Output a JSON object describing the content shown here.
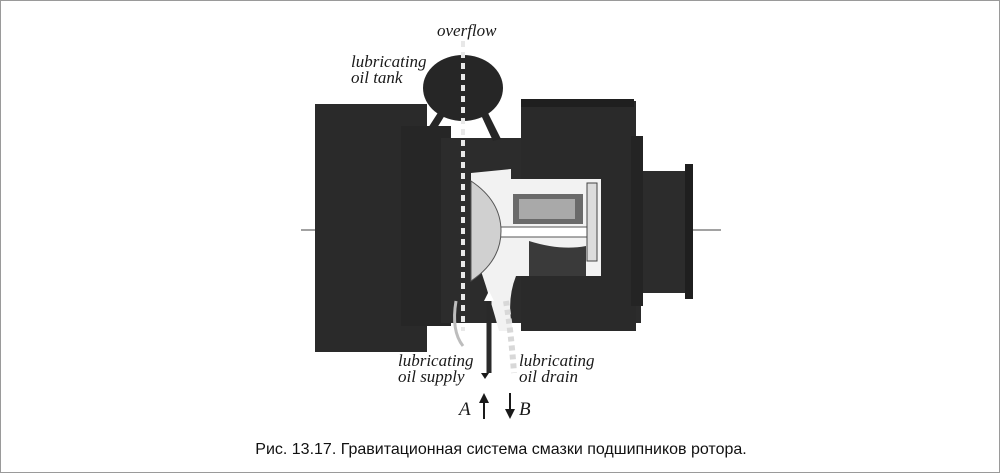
{
  "diagram": {
    "labels": {
      "overflow": "overflow",
      "tank_line1": "lubricating",
      "tank_line2": "oil tank",
      "supply_line1": "lubricating",
      "supply_line2": "oil supply",
      "drain_line1": "lubricating",
      "drain_line2": "oil drain",
      "a": "A",
      "b": "B"
    },
    "colors": {
      "housing": "#2a2a2a",
      "background": "#ffffff",
      "frame_border": "#9a9a9a"
    }
  },
  "caption": "Рис. 13.17. Гравитационная система смазки подшипников ротора."
}
